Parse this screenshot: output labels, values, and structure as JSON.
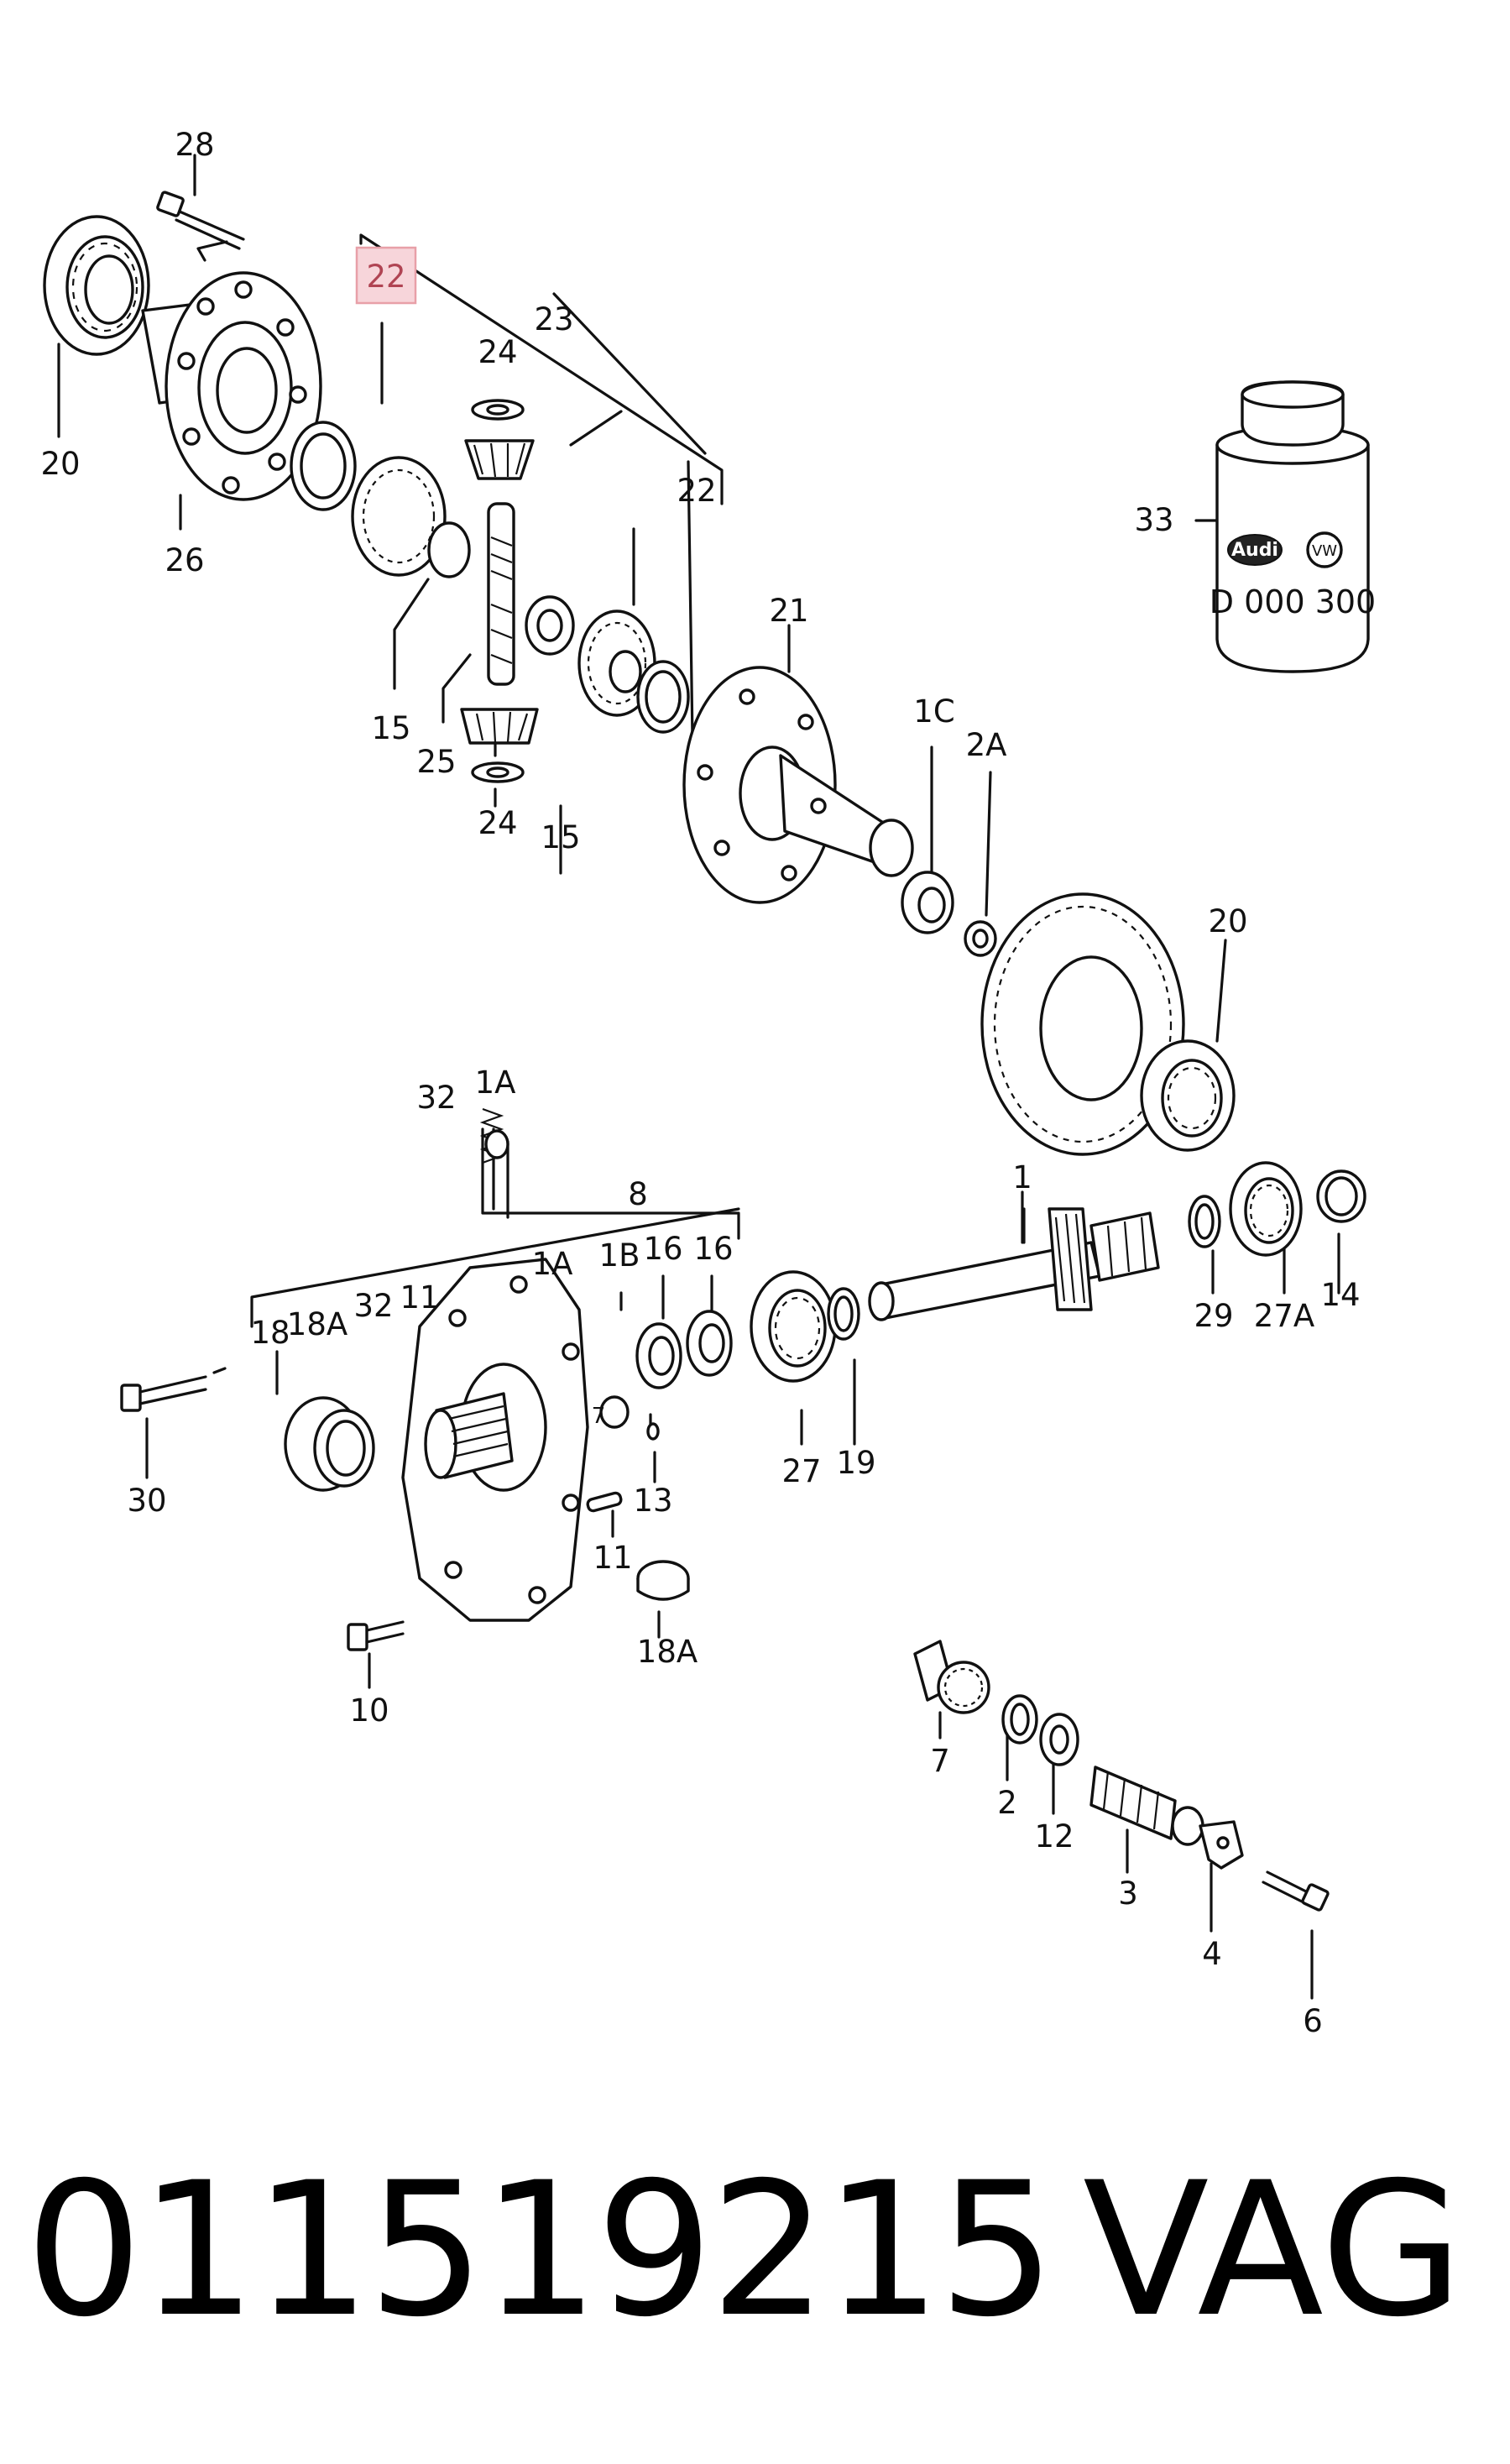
{
  "diagram": {
    "labels": {
      "l28": "28",
      "l22_highlight": "22",
      "l23": "23",
      "l24a": "24",
      "l22b": "22",
      "l20a": "20",
      "l26": "26",
      "l15a": "15",
      "l25": "25",
      "l24b": "24",
      "l15b": "15",
      "l21": "21",
      "l1C": "1C",
      "l2A": "2A",
      "l20b": "20",
      "l33": "33",
      "l1": "1",
      "l32a": "32",
      "l1Aa": "1A",
      "l8": "8",
      "l1Ab": "1A",
      "l1B": "1B",
      "l16a": "16",
      "l16b": "16",
      "l18": "18",
      "l18A": "18A",
      "l32b": "32",
      "l11a": "11",
      "l30": "30",
      "l7small": "7",
      "l13": "13",
      "l11b": "11",
      "l18Ab": "18A",
      "l27": "27",
      "l19": "19",
      "l29": "29",
      "l27A": "27A",
      "l14": "14",
      "l10": "10",
      "l7": "7",
      "l2": "2",
      "l12": "12",
      "l3": "3",
      "l4": "4",
      "l6": "6"
    },
    "bottle": {
      "brand_audi": "Audi",
      "brand_vw": "VW",
      "code": "D 000 300"
    },
    "highlight_color": "#e8a0a8"
  },
  "footer": {
    "part_number": "011519215",
    "brand": "VAG"
  }
}
